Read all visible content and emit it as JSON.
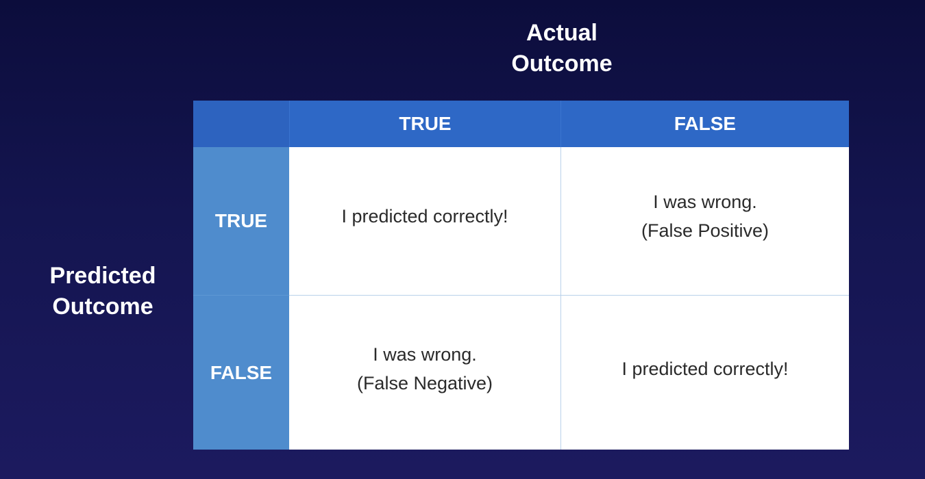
{
  "titles": {
    "actual_line1": "Actual",
    "actual_line2": "Outcome",
    "predicted_line1": "Predicted",
    "predicted_line2": "Outcome"
  },
  "columns": [
    "TRUE",
    "FALSE"
  ],
  "rows": [
    "TRUE",
    "FALSE"
  ],
  "cells": {
    "tt": {
      "line1": "I predicted correctly!"
    },
    "tf": {
      "line1": "I was wrong.",
      "line2": "(False Positive)"
    },
    "ft": {
      "line1": "I was wrong.",
      "line2": "(False Negative)"
    },
    "ff": {
      "line1": "I predicted correctly!"
    }
  },
  "colors": {
    "background": "#141550",
    "header_blue": "#2e68c6",
    "row_header_blue": "#4f8ccd",
    "cell_bg": "#ffffff"
  }
}
